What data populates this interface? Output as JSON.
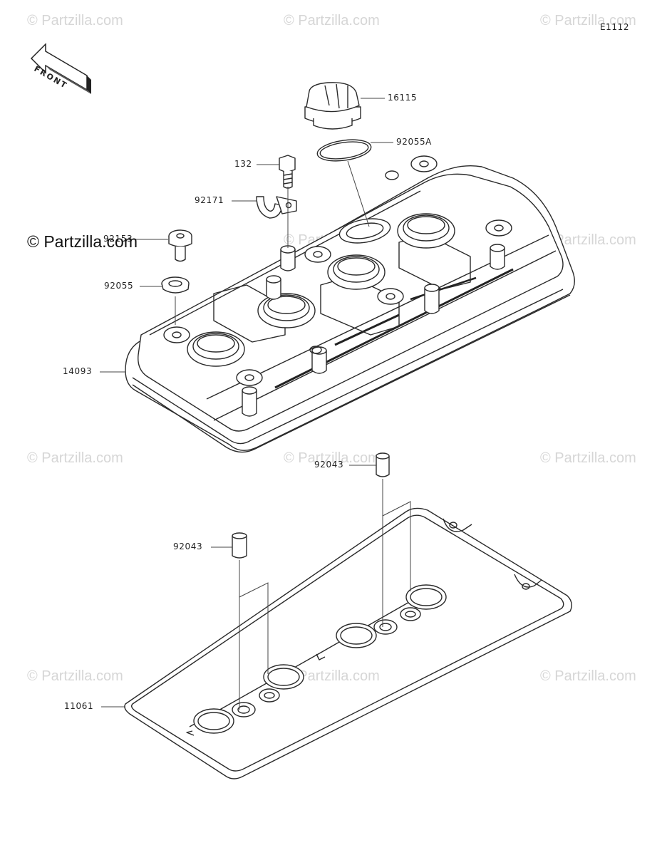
{
  "diagram_id": "E1112",
  "direction_label": "FRONT",
  "watermark": {
    "text": "© Partzilla.com",
    "main_text": "© Partzilla.com"
  },
  "callouts": [
    {
      "id": "16115",
      "name": "callout-16115"
    },
    {
      "id": "92055A",
      "name": "callout-92055a"
    },
    {
      "id": "132",
      "name": "callout-132"
    },
    {
      "id": "92171",
      "name": "callout-92171"
    },
    {
      "id": "92153",
      "name": "callout-92153"
    },
    {
      "id": "92055",
      "name": "callout-92055"
    },
    {
      "id": "14093",
      "name": "callout-14093"
    },
    {
      "id": "92043",
      "name": "callout-92043-upper"
    },
    {
      "id": "92043",
      "name": "callout-92043-lower"
    },
    {
      "id": "11061",
      "name": "callout-11061"
    }
  ]
}
